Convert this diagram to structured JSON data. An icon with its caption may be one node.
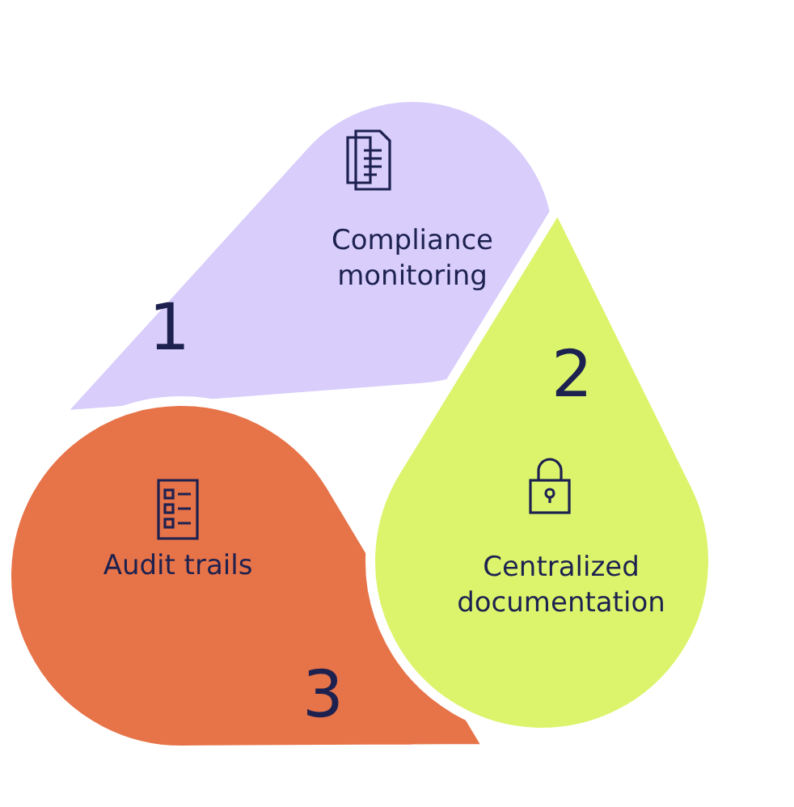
{
  "diagram": {
    "nodes": [
      {
        "text": [
          "Compliance monitoring",
          "1"
        ]
      },
      {
        "text": [
          "2",
          "Centralized documentation"
        ]
      },
      {
        "text": [
          "Audit trails",
          "3"
        ]
      }
    ],
    "edges": []
  }
}
